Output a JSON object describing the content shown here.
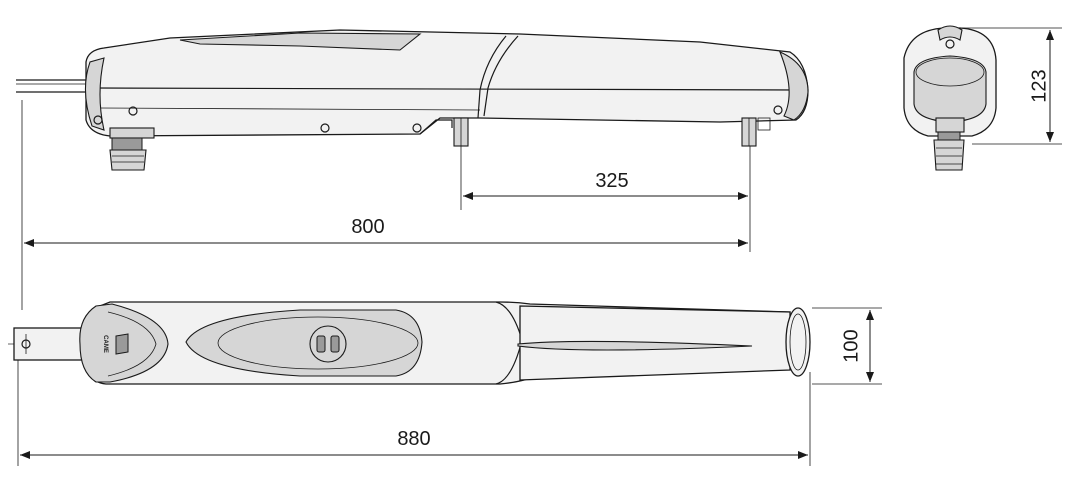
{
  "dimensions": {
    "d325": "325",
    "d800": "800",
    "d880": "880",
    "d123": "123",
    "d100": "100"
  },
  "logo": {
    "brand": "CAME"
  }
}
